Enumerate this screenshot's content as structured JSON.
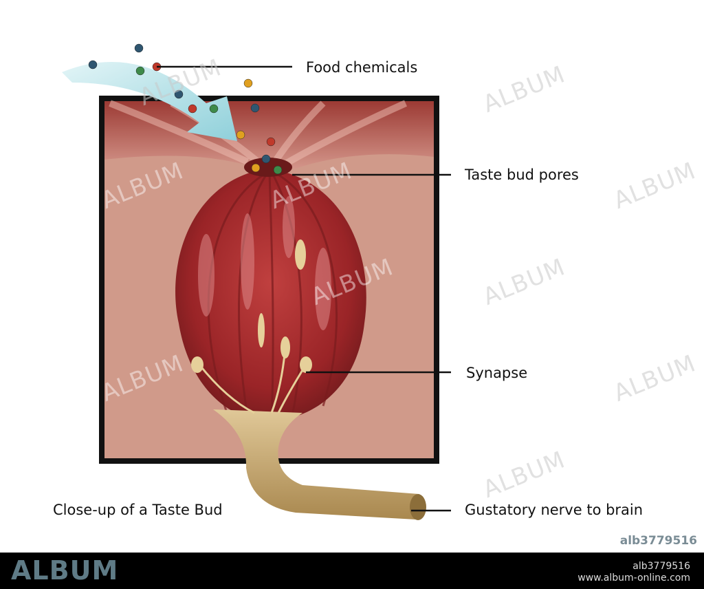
{
  "labels": {
    "food_chemicals": "Food chemicals",
    "taste_bud_pores": "Taste bud pores",
    "synapse": "Synapse",
    "gustatory_nerve": "Gustatory nerve to brain",
    "caption": "Close-up of a Taste Bud"
  },
  "watermark": "ALBUM",
  "image_id": "alb3779516",
  "footer": {
    "logo": "ALBUM",
    "id": "alb3779516",
    "url": "www.album-online.com"
  },
  "colors": {
    "frame": "#111111",
    "background_tissue": "#d09a8a",
    "bud_red": "#a8262a",
    "nerve": "#c9aa72",
    "arrow": "#a9dde4"
  }
}
